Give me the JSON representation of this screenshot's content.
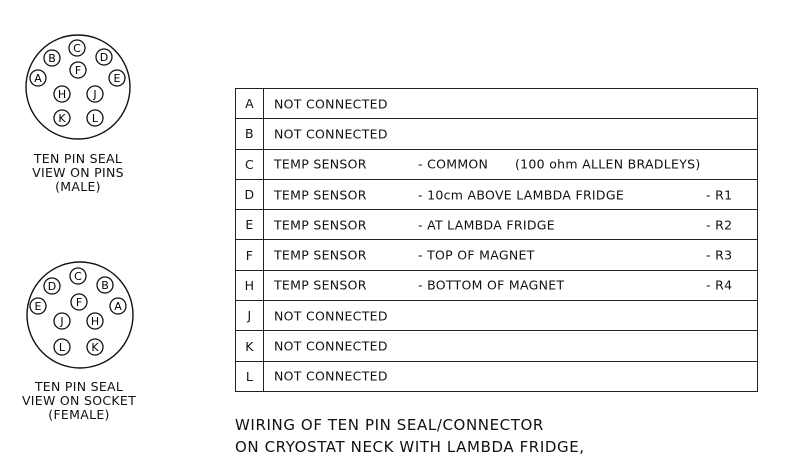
{
  "connectors": [
    {
      "name": "male",
      "caption": [
        "TEN PIN SEAL",
        "VIEW ON PINS",
        "(MALE)"
      ],
      "pins": [
        "A",
        "B",
        "C",
        "D",
        "E",
        "F",
        "H",
        "J",
        "K",
        "L"
      ]
    },
    {
      "name": "female",
      "caption": [
        "TEN PIN SEAL",
        "VIEW ON SOCKET",
        "(FEMALE)"
      ],
      "pins": [
        "A",
        "B",
        "C",
        "D",
        "E",
        "F",
        "H",
        "J",
        "K",
        "L"
      ]
    }
  ],
  "table": {
    "rows": [
      {
        "pin": "A",
        "desc": "NOT CONNECTED",
        "detail": "",
        "extra": "",
        "ref": ""
      },
      {
        "pin": "B",
        "desc": "NOT CONNECTED",
        "detail": "",
        "extra": "",
        "ref": ""
      },
      {
        "pin": "C",
        "desc": "TEMP SENSOR",
        "detail": "- COMMON",
        "extra": "(100 ohm ALLEN BRADLEYS)",
        "ref": ""
      },
      {
        "pin": "D",
        "desc": "TEMP SENSOR",
        "detail": "- 10cm ABOVE LAMBDA FRIDGE",
        "extra": "",
        "ref": "- R1"
      },
      {
        "pin": "E",
        "desc": "TEMP SENSOR",
        "detail": "- AT LAMBDA FRIDGE",
        "extra": "",
        "ref": "- R2"
      },
      {
        "pin": "F",
        "desc": "TEMP SENSOR",
        "detail": "- TOP OF MAGNET",
        "extra": "",
        "ref": "- R3"
      },
      {
        "pin": "H",
        "desc": "TEMP SENSOR",
        "detail": "- BOTTOM OF MAGNET",
        "extra": "",
        "ref": "- R4"
      },
      {
        "pin": "J",
        "desc": "NOT CONNECTED",
        "detail": "",
        "extra": "",
        "ref": ""
      },
      {
        "pin": "K",
        "desc": "NOT CONNECTED",
        "detail": "",
        "extra": "",
        "ref": ""
      },
      {
        "pin": "L",
        "desc": "NOT CONNECTED",
        "detail": "",
        "extra": "",
        "ref": ""
      }
    ]
  },
  "title": [
    "WIRING OF TEN PIN SEAL/CONNECTOR",
    "ON CRYOSTAT NECK  WITH LAMBDA FRIDGE,"
  ]
}
